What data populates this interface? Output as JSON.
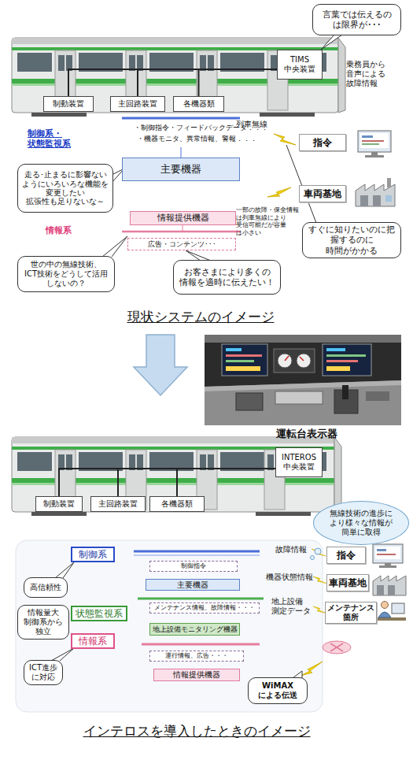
{
  "diagram": {
    "nodes": [
      {
        "text": [
          "言葉では伝えるの は限界が･･･"
        ]
      },
      {
        "text": [
          "TIMS 中央装置"
        ]
      },
      {
        "text": [
          "制動装置"
        ]
      },
      {
        "text": [
          "主回路装置"
        ]
      },
      {
        "text": [
          "各機器類"
        ]
      },
      {
        "text": [
          "指令"
        ]
      },
      {
        "text": [
          "主要機器"
        ]
      },
      {
        "text": [
          "走る･止まるに影響ない ようにいろいろな機能を 変更したい 拡張性も足りないな～"
        ]
      },
      {
        "text": [
          "車両基地"
        ]
      },
      {
        "text": [
          "情報提供機器"
        ]
      },
      {
        "text": [
          "すぐに知りたいのに把 握するのに 時間がかかる"
        ]
      },
      {
        "text": [
          "広告・コンテンツ･･･"
        ]
      },
      {
        "text": [
          "世の中の無線技術、 ICT技術をどうして活用 しないの？"
        ]
      },
      {
        "text": [
          "お客さまにより多くの 情報を適時に伝えたい！"
        ]
      },
      {
        "text": [
          "INTEROS 中央装置"
        ]
      },
      {
        "text": [
          "制動装置"
        ]
      },
      {
        "text": [
          "主回路装置"
        ]
      },
      {
        "text": [
          "各機器類"
        ]
      },
      {
        "text": [
          "無線技術の進歩に より様々な情報が 簡単に取得"
        ]
      },
      {
        "text": [
          "制御系"
        ]
      },
      {
        "text": [
          "制御指令"
        ]
      },
      {
        "text": [
          "指令"
        ]
      },
      {
        "text": [
          "主要機器"
        ]
      },
      {
        "text": [
          "高信頼性"
        ]
      },
      {
        "text": [
          "車両基地"
        ]
      },
      {
        "text": [
          "メンテナンス情報、故障情報・・・"
        ]
      },
      {
        "text": [
          "状態監視系"
        ]
      },
      {
        "text": [
          "情報量大 制御系から 独立"
        ]
      },
      {
        "text": [
          "メンテナンス 箇所"
        ]
      },
      {
        "text": [
          "地上設備モニタリング機器"
        ]
      },
      {
        "text": [
          "情報系"
        ]
      },
      {
        "text": [
          "運行情報、広告・・・"
        ]
      },
      {
        "text": [
          "情報提供機器"
        ]
      },
      {
        "text": [
          "ICT進歩 に対応"
        ]
      },
      {
        "text": [
          "WiMAX による伝送"
        ]
      }
    ],
    "edges": [
      {
        "from": 1,
        "to": 2,
        "arrow": "none"
      },
      {
        "from": 1,
        "to": 3,
        "arrow": "none"
      },
      {
        "from": 1,
        "to": 4,
        "arrow": "none"
      },
      {
        "from": 14,
        "to": 15,
        "arrow": "none"
      },
      {
        "from": 14,
        "to": 16,
        "arrow": "none"
      },
      {
        "from": 14,
        "to": 17,
        "arrow": "none"
      }
    ],
    "labels": [
      "乗務員から 音声による 故障情報",
      "制御系・ 状態監視系",
      "列車無線",
      "・制御指令・フィードバックデータ．．．",
      "・機器モニタ、異常情報、警報．．．",
      "一部の故障・保全情報 は列車無線により 受信可能だが容量 は小さい",
      "情報系",
      "現状システムのイメージ",
      "運転台表示器",
      "故障情報",
      "機器状態情報",
      "地上設備 測定データ",
      "インテロスを導入したときのイメージ"
    ]
  }
}
